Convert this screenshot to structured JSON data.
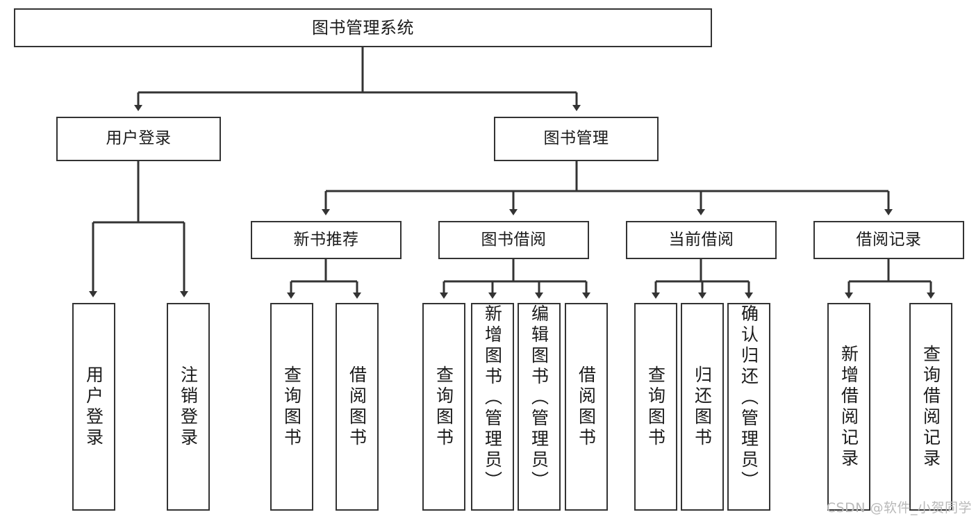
{
  "diagram": {
    "type": "tree-hierarchy",
    "title": "图书管理系统",
    "root": {
      "label": "图书管理系统"
    },
    "level2": [
      {
        "id": "user-login",
        "label": "用户登录"
      },
      {
        "id": "book-management",
        "label": "图书管理"
      }
    ],
    "level3": [
      {
        "id": "new-book-recommend",
        "label": "新书推荐"
      },
      {
        "id": "book-borrow",
        "label": "图书借阅"
      },
      {
        "id": "current-borrow",
        "label": "当前借阅"
      },
      {
        "id": "borrow-record",
        "label": "借阅记录"
      }
    ],
    "leaves": [
      {
        "id": "leaf-user-login",
        "label": "用户登录",
        "parent": "user-login",
        "align": "center"
      },
      {
        "id": "leaf-logout",
        "label": "注销登录",
        "parent": "user-login",
        "align": "center"
      },
      {
        "id": "leaf-query-book-1",
        "label": "查询图书",
        "parent": "new-book-recommend",
        "align": "center"
      },
      {
        "id": "leaf-borrow-book-1",
        "label": "借阅图书",
        "parent": "new-book-recommend",
        "align": "center"
      },
      {
        "id": "leaf-query-book-2",
        "label": "查询图书",
        "parent": "book-borrow",
        "align": "center"
      },
      {
        "id": "leaf-add-book",
        "label": "新增图书（管理员）",
        "parent": "book-borrow",
        "align": "top"
      },
      {
        "id": "leaf-edit-book",
        "label": "编辑图书（管理员）",
        "parent": "book-borrow",
        "align": "top"
      },
      {
        "id": "leaf-borrow-book-2",
        "label": "借阅图书",
        "parent": "book-borrow",
        "align": "center"
      },
      {
        "id": "leaf-query-book-3",
        "label": "查询图书",
        "parent": "current-borrow",
        "align": "center"
      },
      {
        "id": "leaf-return-book",
        "label": "归还图书",
        "parent": "current-borrow",
        "align": "center"
      },
      {
        "id": "leaf-confirm-return",
        "label": "确认归还（管理员）",
        "parent": "current-borrow",
        "align": "top"
      },
      {
        "id": "leaf-add-record",
        "label": "新增借阅记录",
        "parent": "borrow-record",
        "align": "center"
      },
      {
        "id": "leaf-query-record",
        "label": "查询借阅记录",
        "parent": "borrow-record",
        "align": "center"
      }
    ],
    "colors": {
      "box_stroke": "#333333",
      "box_fill": "#ffffff",
      "connector": "#333333",
      "text": "#1a1a1a",
      "watermark": "#b9b9b9"
    }
  },
  "watermark": {
    "text": "CSDN @软件_小贺同学"
  }
}
